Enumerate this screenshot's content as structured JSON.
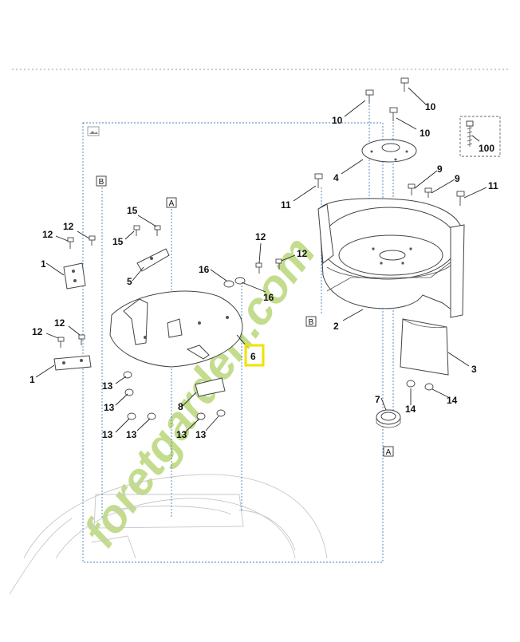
{
  "labels": {
    "p1": "1",
    "p2": "2",
    "p3": "3",
    "p4": "4",
    "p5": "5",
    "p6": "6",
    "p7": "7",
    "p8": "8",
    "p9": "9",
    "p10": "10",
    "p11": "11",
    "p12": "12",
    "p13": "13",
    "p14": "14",
    "p15": "15",
    "p16": "16",
    "p100": "100"
  },
  "refs": {
    "a": "A",
    "b": "B"
  },
  "highlight": {
    "part": "6",
    "color": "#f2e200"
  },
  "watermark": {
    "text": "foretgarden.com",
    "color": "#b9d77a",
    "accent": "#f2a35a"
  },
  "colors": {
    "frame": "#4a7fbf",
    "line": "#444444",
    "top_rule": "#999999"
  }
}
